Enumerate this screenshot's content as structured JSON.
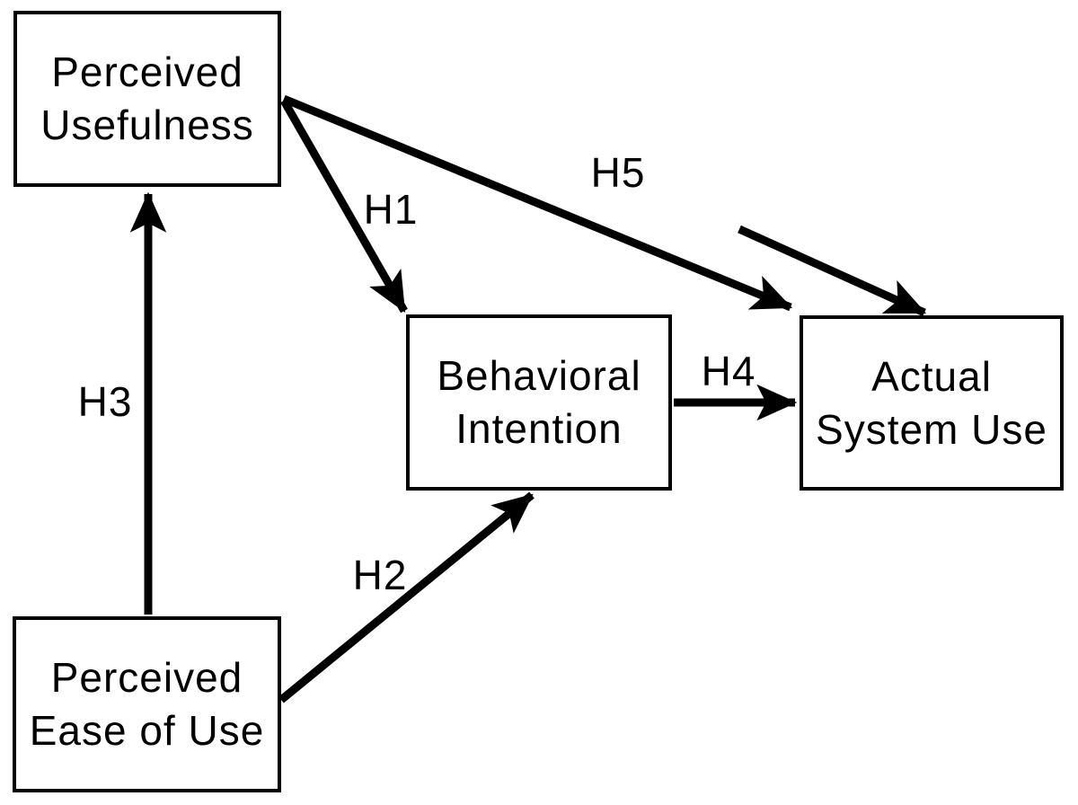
{
  "colors": {
    "ink": "#000000",
    "background": "#ffffff"
  },
  "diagram": {
    "type": "path-model",
    "nodes": {
      "perceived_usefulness": {
        "label": "Perceived\nUsefulness"
      },
      "perceived_ease_of_use": {
        "label": "Perceived\nEase of Use"
      },
      "behavioral_intention": {
        "label": "Behavioral\nIntention"
      },
      "actual_system_use": {
        "label": "Actual\nSystem Use"
      }
    },
    "edges": {
      "h1": {
        "label": "H1",
        "from": "perceived_usefulness",
        "to": "behavioral_intention"
      },
      "h2": {
        "label": "H2",
        "from": "perceived_ease_of_use",
        "to": "behavioral_intention"
      },
      "h3": {
        "label": "H3",
        "from": "perceived_ease_of_use",
        "to": "perceived_usefulness"
      },
      "h4": {
        "label": "H4",
        "from": "behavioral_intention",
        "to": "actual_system_use"
      },
      "h5": {
        "label": "H5",
        "from": "perceived_usefulness",
        "to": "actual_system_use"
      },
      "unlabeled_parallel": {
        "label": "",
        "from": "perceived_usefulness",
        "to": "actual_system_use"
      }
    }
  }
}
